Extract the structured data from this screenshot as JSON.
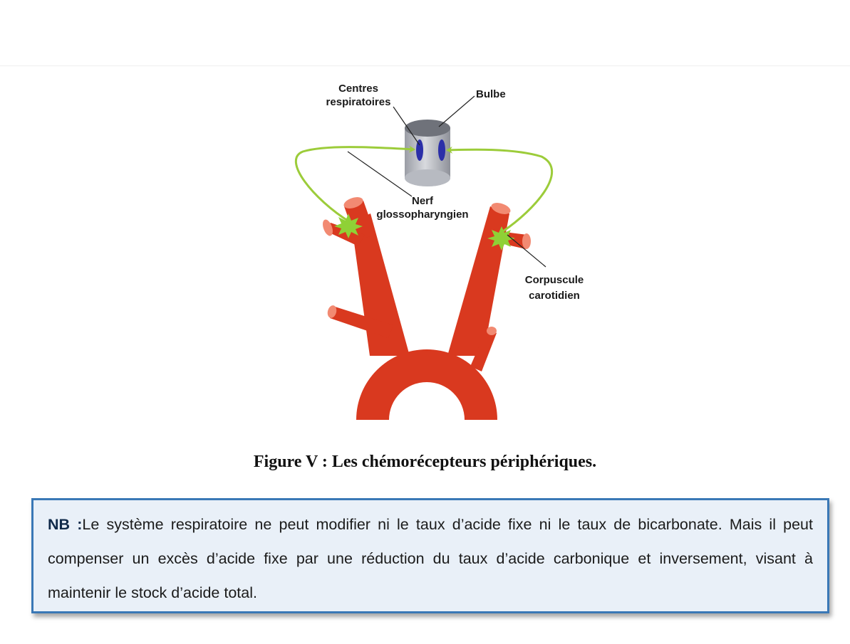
{
  "figure": {
    "labels": {
      "centres_line1": "Centres",
      "centres_line2": "respiratoires",
      "bulbe": "Bulbe",
      "nerf_line1": "Nerf",
      "nerf_line2": "glossopharyngien",
      "corpuscule_line1": "Corpuscule",
      "corpuscule_line2": "carotidien"
    },
    "colors": {
      "artery": "#d9391f",
      "artery_tip": "#f28a72",
      "nerve": "#9ccc3a",
      "receptor": "#8fd136",
      "centre": "#2b2fa8",
      "bulbe_body": "#b9bcc3"
    },
    "caption": "Figure V : Les chémorécepteurs périphériques."
  },
  "note": {
    "label": "NB :",
    "text": "Le système respiratoire ne peut modifier ni le taux d’acide fixe ni le taux de bicarbonate. Mais il peut compenser un excès d’acide fixe par une réduction du taux d’acide carbonique et inversement, visant à maintenir le stock d’acide total."
  }
}
